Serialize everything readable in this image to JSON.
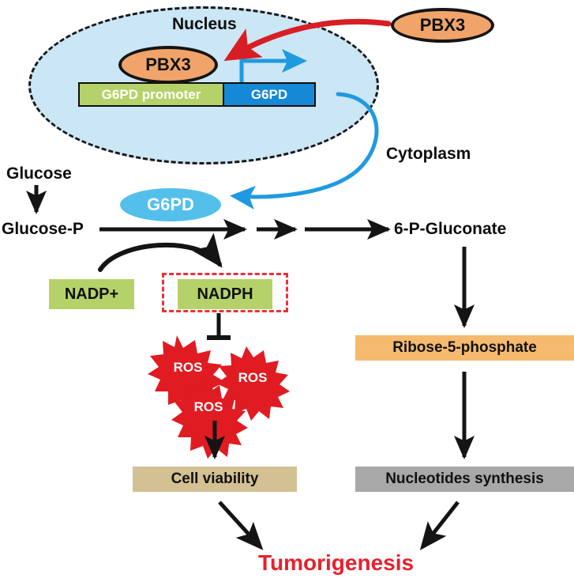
{
  "figure": {
    "type": "pathway-diagram",
    "title": "PBX3 transactivates G6PD promoter driving pentose phosphate pathway and tumorigenesis",
    "background_color": "#ffffff"
  },
  "compartments": {
    "nucleus": {
      "label": "Nucleus",
      "fill_color": "#cbe6f5",
      "border_style": "dashed",
      "border_color": "#171717"
    },
    "cytoplasm": {
      "label": "Cytoplasm"
    }
  },
  "gene_cassette": {
    "promoter": {
      "label": "G6PD promoter",
      "fill_color": "#b5d26a",
      "text_color": "#ffffff"
    },
    "gene": {
      "label": "G6PD",
      "fill_color": "#1689d6",
      "text_color": "#ffffff"
    }
  },
  "proteins": {
    "pbx3_bound": {
      "label": "PBX3",
      "fill_color": "#f0a469",
      "border_color": "#151515"
    },
    "pbx3_free": {
      "label": "PBX3",
      "fill_color": "#f0a469",
      "border_color": "#151515"
    },
    "g6pd_enzyme": {
      "label": "G6PD",
      "fill_color": "#53c0ec",
      "text_color": "#ffffff"
    }
  },
  "metabolites": {
    "glucose": {
      "label": "Glucose"
    },
    "glucose_p": {
      "label": "Glucose-P"
    },
    "gluconate": {
      "label": "6-P-Gluconate"
    },
    "nadp_plus": {
      "label": "NADP+",
      "fill_color": "#b5d26a"
    },
    "nadph": {
      "label": "NADPH",
      "fill_color": "#b5d26a",
      "highlight_color": "#e8323c"
    },
    "ribose": {
      "label": "Ribose-5-phosphate",
      "fill_color": "#f5ba6e"
    }
  },
  "ros": {
    "fill_color": "#e01b22",
    "text_color": "#ffffff",
    "bursts": [
      {
        "label": "ROS"
      },
      {
        "label": "ROS"
      },
      {
        "label": "ROS"
      }
    ]
  },
  "outcomes": {
    "cell_viability": {
      "label": "Cell viability",
      "fill_color": "#d3c194"
    },
    "nucleotides": {
      "label": "Nucleotides synthesis",
      "fill_color": "#a8a8a8"
    },
    "tumorigenesis": {
      "label": "Tumorigenesis",
      "text_color": "#e8202a"
    }
  },
  "edges": {
    "pbx3_translocation": {
      "semantic": "pbx3-translocation-arrow",
      "color": "#d81e24"
    },
    "transcription_start": {
      "semantic": "transcription-arrow",
      "color": "#1f9ae0"
    },
    "g6pd_export": {
      "semantic": "g6pd-export-arrow",
      "color": "#1f9ae0"
    },
    "glucose_to_glucose_p": {
      "semantic": "glucose-conversion-arrow",
      "color": "#141414"
    },
    "glucose_p_to_gluconate": {
      "semantic": "ppp-flux-arrow",
      "color": "#141414"
    },
    "nadp_to_nadph": {
      "semantic": "nadp-reduction-arrow",
      "color": "#141414"
    },
    "nadph_inhibits_ros": {
      "semantic": "inhibition-connector",
      "color": "#141414"
    },
    "ros_to_viability": {
      "semantic": "ros-to-viability-arrow",
      "color": "#141414"
    },
    "gluconate_to_ribose": {
      "semantic": "gluconate-to-ribose-arrow",
      "color": "#141414"
    },
    "ribose_to_nucleotides": {
      "semantic": "ribose-to-nucleotides-arrow",
      "color": "#141414"
    },
    "viability_to_tumor": {
      "semantic": "viability-to-tumorigenesis-arrow",
      "color": "#141414"
    },
    "nucleotides_to_tumor": {
      "semantic": "nucleotides-to-tumorigenesis-arrow",
      "color": "#141414"
    }
  }
}
